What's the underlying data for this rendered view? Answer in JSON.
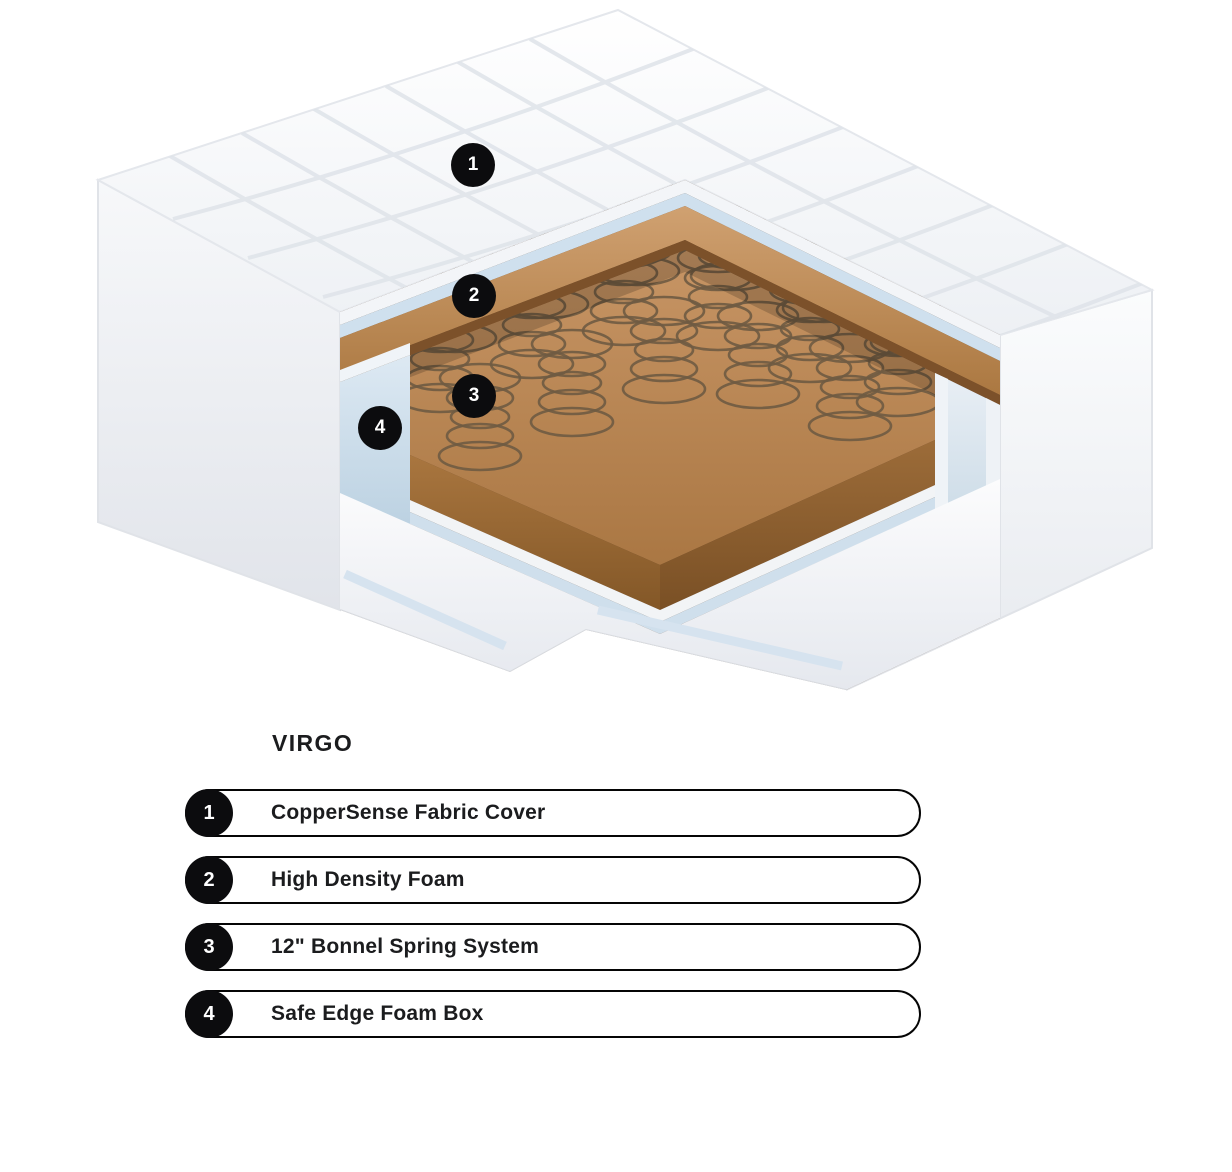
{
  "title": "VIRGO",
  "markers": [
    {
      "num": "1"
    },
    {
      "num": "2"
    },
    {
      "num": "3"
    },
    {
      "num": "4"
    }
  ],
  "legend": [
    {
      "num": "1",
      "label": "CopperSense Fabric Cover"
    },
    {
      "num": "2",
      "label": "High Density Foam"
    },
    {
      "num": "3",
      "label": "12\" Bonnel Spring System"
    },
    {
      "num": "4",
      "label": "Safe Edge Foam Box"
    }
  ],
  "colors": {
    "badge_black": "#0c0c0e",
    "outline_black": "#050505",
    "foam_tan": "#c08c54",
    "base_brown": "#a9763f",
    "edge_blue": "#cfe0ee",
    "mattress_white": "#ffffff"
  }
}
